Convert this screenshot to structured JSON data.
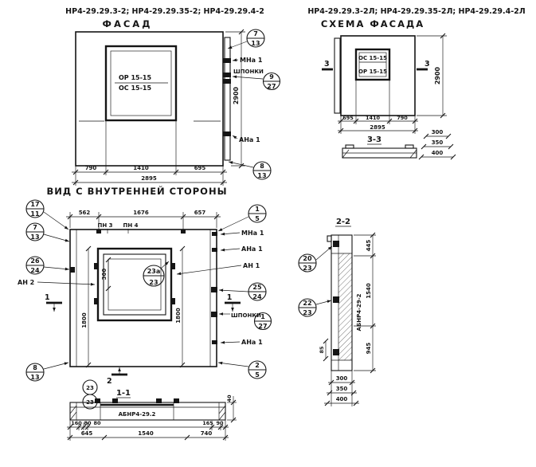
{
  "facade": {
    "header": "НР4-29.29.3-2; НР4-29.29.35-2; НР4-29.29.4-2",
    "title": "ФАСАД",
    "window_line1": "ОР 15-15",
    "window_line2": "ОС 15-15",
    "callout_top_num": "7",
    "callout_top_den": "13",
    "label_mna1": "МНа 1",
    "label_shponki": "ШПОНКИ",
    "callout_key_num": "9",
    "callout_key_den": "27",
    "label_ana1": "АНа 1",
    "callout_bottom_num": "8",
    "callout_bottom_den": "13",
    "dim_left": "790",
    "dim_mid": "1410",
    "dim_right": "695",
    "dim_total": "2895",
    "dim_height": "2900"
  },
  "scheme": {
    "header": "НР4-29.29.3-2Л; НР4-29.29.35-2Л; НР4-29.29.4-2Л",
    "title": "СХЕМА ФАСАДА",
    "window_line1": "ОС 15-15",
    "window_line2": "ОР 15-15",
    "section_mark": "3",
    "dim_left": "695",
    "dim_mid": "1410",
    "dim_right": "790",
    "dim_total": "2895",
    "dim_height": "2900"
  },
  "section33": {
    "label": "3-3",
    "dim1": "300",
    "dim2": "350",
    "dim3": "400"
  },
  "inner": {
    "title": "ВИД С ВНУТРЕННЕЙ СТОРОНЫ",
    "dim_top1": "562",
    "dim_top2": "1676",
    "dim_top3": "657",
    "c17_num": "17",
    "c17_den": "11",
    "c7_num": "7",
    "c7_den": "13",
    "c26_num": "26",
    "c26_den": "24",
    "label_an2": "АН 2",
    "sec1_mark": "1",
    "c8_num": "8",
    "c8_den": "13",
    "c1_num": "1",
    "c1_den": "5",
    "label_mna1": "МНа 1",
    "label_ana1": "АНа 1",
    "label_an1": "АН 1",
    "c25_num": "25",
    "c25_den": "24",
    "label_shponki": "ШПОНКИ",
    "c27_num": "1",
    "c27_den": "27",
    "label_ana1b": "АНа 1",
    "c2_num": "2",
    "c2_den": "5",
    "label_pn3": "ПН 3",
    "label_pn4": "ПН 4",
    "sec2_mark": "2",
    "center_num": "23а",
    "center_den": "23",
    "dim_win": "300",
    "dim_left": "1800",
    "dim_right": "1800",
    "sec11_label": "1-1"
  },
  "section11": {
    "c_top": "23",
    "c_bot": "23",
    "mark": "АБНР4-29.2",
    "dim_40": "40",
    "r1d1": "160",
    "r1d2": "80",
    "r1d3": "80",
    "r1d4": "165",
    "r1d5": "90",
    "r2d1": "645",
    "r2d2": "1540",
    "r2d3": "740"
  },
  "section22": {
    "label": "2-2",
    "c20_num": "20",
    "c20_den": "23",
    "c22_num": "22",
    "c22_den": "23",
    "mark": "АБНР4-29-2",
    "dim1": "445",
    "dim2": "1540",
    "dim3": "945",
    "dim_85": "85",
    "b1": "300",
    "b2": "350",
    "b3": "400"
  }
}
